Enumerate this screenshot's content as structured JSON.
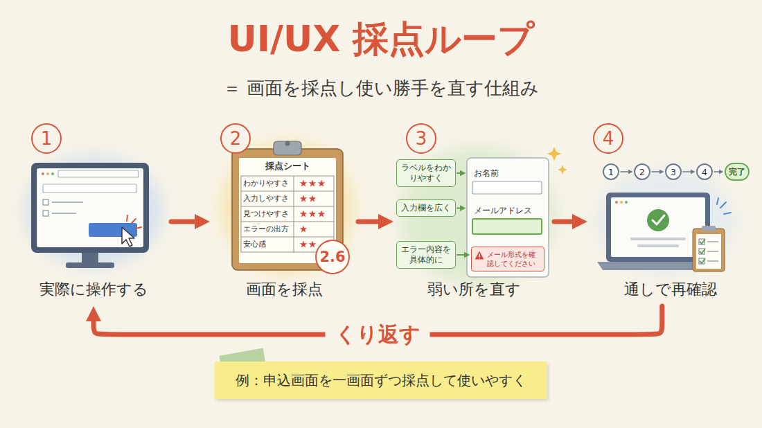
{
  "diagram": {
    "title": "UI/UX 採点ループ",
    "nodes": [
      {
        "text": [
          "1",
          "実際に操作する"
        ]
      },
      {
        "text": [
          "2",
          "画面を採点"
        ]
      },
      {
        "text": [
          "採点シート",
          "わかりやすさ",
          "入力しやすさ",
          "見つけやすさ",
          "エラーの出方",
          "安心感"
        ],
        "in": 1
      },
      {
        "text": [
          "2.6"
        ],
        "in": 1
      },
      {
        "text": [
          "3",
          "弱い所を直す"
        ]
      },
      {
        "text": [
          "ラベルをわかりやすく"
        ],
        "in": 4
      },
      {
        "text": [
          "入力欄を広く"
        ],
        "in": 4
      },
      {
        "text": [
          "エラー内容を具体的に"
        ],
        "in": 4
      },
      {
        "text": [
          "お名前",
          "メールアドレス"
        ],
        "in": 4
      },
      {
        "text": [
          "メール形式を確認してください"
        ],
        "in": 8
      },
      {
        "text": [
          "4",
          "通しで再確認"
        ]
      },
      {
        "text": [
          "1"
        ],
        "in": 10
      },
      {
        "text": [
          "2"
        ],
        "in": 10
      },
      {
        "text": [
          "3"
        ],
        "in": 10
      },
      {
        "text": [
          "4"
        ],
        "in": 10
      },
      {
        "text": [
          "完了"
        ],
        "in": 10
      },
      {
        "text": [
          "例：申込画面を一画面ずつ採点して使いやすく"
        ]
      }
    ],
    "edges": [
      {
        "from": 0,
        "to": 1,
        "arrow": "to"
      },
      {
        "from": 1,
        "to": 4,
        "arrow": "to"
      },
      {
        "from": 4,
        "to": 10,
        "arrow": "to"
      },
      {
        "from": 10,
        "to": 0,
        "arrow": "to",
        "label": "くり返す"
      },
      {
        "from": 5,
        "to": 8,
        "arrow": "to"
      },
      {
        "from": 6,
        "to": 8,
        "arrow": "to"
      },
      {
        "from": 7,
        "to": 9,
        "arrow": "to"
      },
      {
        "from": 11,
        "to": 12,
        "arrow": "to"
      },
      {
        "from": 12,
        "to": 13,
        "arrow": "to"
      },
      {
        "from": 13,
        "to": 14,
        "arrow": "to"
      },
      {
        "from": 14,
        "to": 15,
        "arrow": "to"
      }
    ],
    "labels": [
      "＝ 画面を採点し使い勝手を直す仕組み"
    ]
  }
}
